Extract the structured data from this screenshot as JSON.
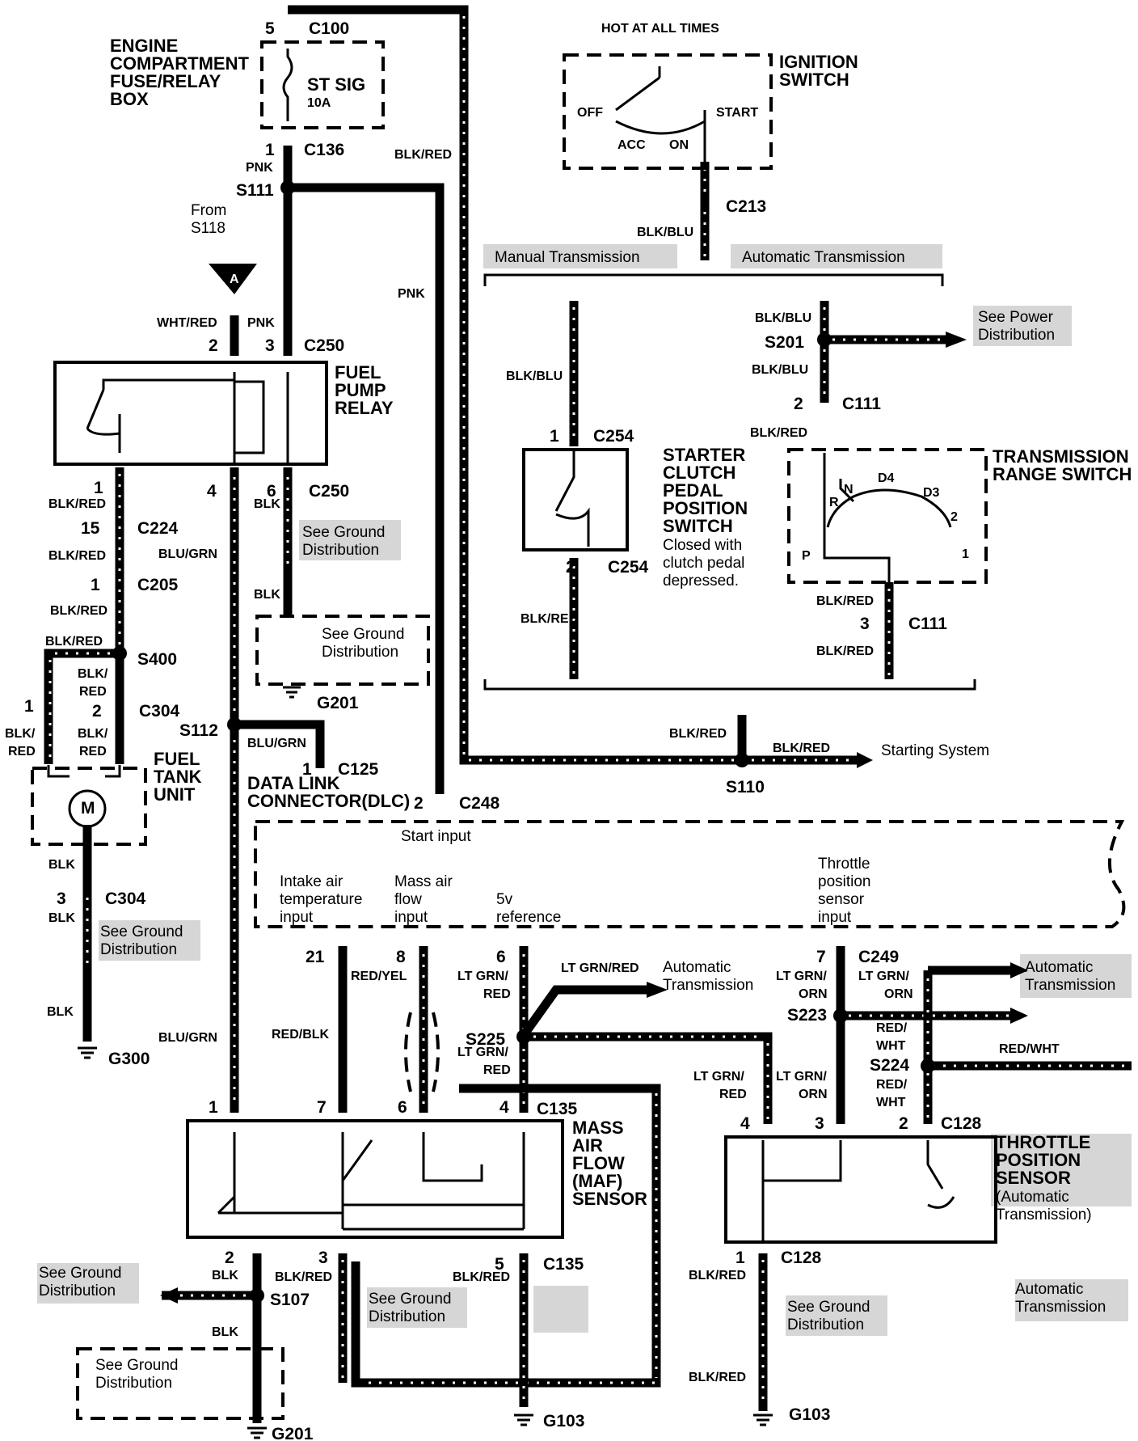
{
  "connectors": {
    "c100": "C100",
    "c136": "C136",
    "c250": "C250",
    "c224": "C224",
    "c205": "C205",
    "c304": "C304",
    "c125": "C125",
    "c248": "C248",
    "c213": "C213",
    "c254": "C254",
    "c111": "C111",
    "c249": "C249",
    "c135": "C135",
    "c128": "C128"
  },
  "splices": {
    "s111": "S111",
    "s400": "S400",
    "s112": "S112",
    "s110": "S110",
    "s201": "S201",
    "s225": "S225",
    "s223": "S223",
    "s224": "S224",
    "s107": "S107"
  },
  "grounds": {
    "g201": "G201",
    "g300": "G300",
    "g103": "G103"
  },
  "pins": {
    "p1": "1",
    "p2": "2",
    "p3": "3",
    "p4": "4",
    "p5": "5",
    "p6": "6",
    "p7": "7",
    "p8": "8",
    "p15": "15",
    "p21": "21"
  },
  "wires": {
    "pnk": "PNK",
    "blk_red": "BLK/RED",
    "wht_red": "WHT/RED",
    "blu_grn": "BLU/GRN",
    "blk": "BLK",
    "blk_blu": "BLK/BLU",
    "red_yel": "RED/YEL",
    "red_blk": "RED/BLK",
    "blk_slash": "BLK/",
    "red": "RED",
    "lt_grn_slash": "LT GRN/",
    "orn": "ORN",
    "red_slash": "RED/",
    "wht": "WHT",
    "lt_grn_red": "LT GRN/RED",
    "red_wht": "RED/WHT"
  },
  "components": {
    "fuse_box": [
      "ENGINE",
      "COMPARTMENT",
      "FUSE/RELAY",
      "BOX"
    ],
    "fuse_name": "ST SIG",
    "fuse_rating": "10A",
    "fuel_pump_relay": [
      "FUEL",
      "PUMP",
      "RELAY"
    ],
    "fuel_tank_unit": [
      "FUEL",
      "TANK",
      "UNIT"
    ],
    "motor_symbol": "M",
    "dlc": [
      "DATA LINK",
      "CONNECTOR(DLC)"
    ],
    "ignition_switch": [
      "IGNITION",
      "SWITCH"
    ],
    "starter_clutch": [
      "STARTER",
      "CLUTCH",
      "PEDAL",
      "POSITION",
      "SWITCH"
    ],
    "starter_clutch_note": [
      "Closed with",
      "clutch pedal",
      "depressed."
    ],
    "trans_range": [
      "TRANSMISSION",
      "RANGE SWITCH"
    ],
    "maf": [
      "MASS",
      "AIR",
      "FLOW",
      "(MAF)",
      "SENSOR"
    ],
    "tps": [
      "THROTTLE",
      "POSITION",
      "SENSOR"
    ],
    "tps_note": [
      "(Automatic",
      "Transmission)"
    ]
  },
  "ignition": {
    "hot_label": "HOT AT ALL TIMES",
    "off": "OFF",
    "acc": "ACC",
    "on": "ON",
    "start": "START"
  },
  "range_positions": {
    "p": "P",
    "r": "R",
    "n": "N",
    "d4": "D4",
    "d3": "D3",
    "two": "2",
    "one": "1"
  },
  "labels": {
    "from": "From",
    "s118": "S118",
    "point_a": "A",
    "manual_trans": "Manual Transmission",
    "auto_trans": "Automatic Transmission",
    "see_power": [
      "See Power",
      "Distribution"
    ],
    "see_ground": [
      "See Ground",
      "Distribution"
    ],
    "starting_system": "Starting System",
    "automatic": "Automatic",
    "transmission": "Transmission"
  },
  "ecm_inputs": {
    "start_input": "Start input",
    "intake_air": [
      "Intake air",
      "temperature",
      "input"
    ],
    "mass_air": [
      "Mass air",
      "flow",
      "input"
    ],
    "vref": [
      "5v",
      "reference"
    ],
    "tps_input": [
      "Throttle",
      "position",
      "sensor",
      "input"
    ]
  }
}
